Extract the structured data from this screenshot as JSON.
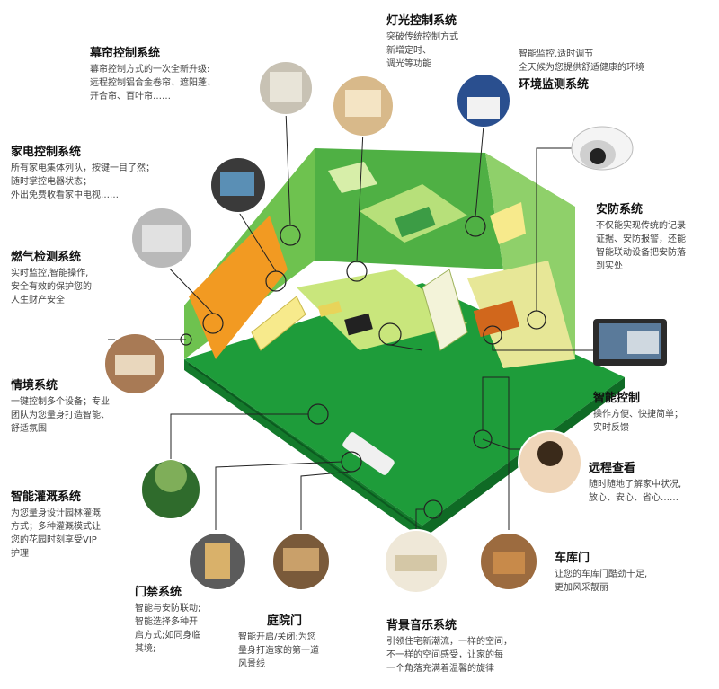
{
  "systems": {
    "curtain": {
      "title": "幕帘控制系统",
      "desc": "幕帘控制方式的一次全新升级:\n远程控制铝合金卷帘、遮阳蓬、\n开合帘、百叶帘……"
    },
    "lighting": {
      "title": "灯光控制系统",
      "desc": "突破传统控制方式\n新增定时、\n调光等功能"
    },
    "environment": {
      "title": "环境监测系统",
      "desc": "智能监控,适时调节\n全天候为您提供舒适健康的环境"
    },
    "appliance": {
      "title": "家电控制系统",
      "desc": "所有家电集体列队，按键一目了然；\n随时掌控电器状态；\n外出免费收看家中电视……"
    },
    "gas": {
      "title": "燃气检测系统",
      "desc": "实时监控,智能操作,\n安全有效的保护您的\n人生财产安全"
    },
    "security": {
      "title": "安防系统",
      "desc": "不仅能实现传统的记录\n证据、安防报警，还能\n智能联动设备把安防落\n到实处"
    },
    "scene": {
      "title": "情境系统",
      "desc": "一键控制多个设备；专业\n团队为您量身打造智能、\n舒适氛围"
    },
    "smart": {
      "title": "智能控制",
      "desc": "操作方便、快捷简单；\n实时反馈"
    },
    "remote": {
      "title": "远程查看",
      "desc": "随时随地了解家中状况,\n放心、安心、省心……"
    },
    "irrigation": {
      "title": "智能灌溉系统",
      "desc": "为您量身设计园林灌溉\n方式；多种灌溉模式让\n您的花园时刻享受VIP\n护理"
    },
    "garage": {
      "title": "车库门",
      "desc": "让您的车库门酷劲十足,\n更加风采靓丽"
    },
    "access": {
      "title": "门禁系统",
      "desc": "智能与安防联动;\n智能选择多种开\n启方式;如同身临\n其境;"
    },
    "courtyard": {
      "title": "庭院门",
      "desc": "智能开启/关闭:为您\n量身打造家的第一道\n风景线"
    },
    "music": {
      "title": "背景音乐系统",
      "desc": "引领住宅新潮流，一样的空间，\n不一样的空间感受，让家的每\n一个角落充满着温馨的旋律"
    }
  },
  "colors": {
    "floor_green": "#1f9a3c",
    "wall_green": "#58b948",
    "accent_yellow": "#f5e04a",
    "accent_orange": "#f09a1e",
    "line": "#222222"
  }
}
